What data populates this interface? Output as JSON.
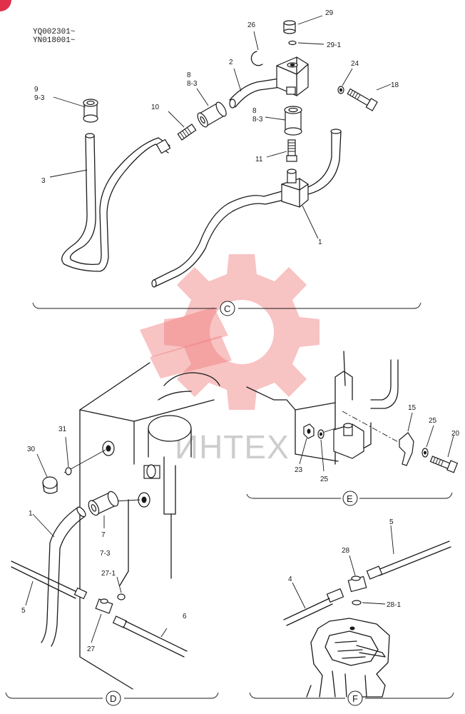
{
  "header": {
    "serial_1": "YQ002301~",
    "serial_2": "YN018001~"
  },
  "watermark": {
    "text": "ИНТЕХ",
    "color": "#f07a7a"
  },
  "sections": {
    "c": "C",
    "d": "D",
    "e": "E",
    "f": "F"
  },
  "callouts": {
    "c": {
      "n29": "29",
      "n29_1": "29-1",
      "n26": "26",
      "n2": "2",
      "n24": "24",
      "n18": "18",
      "n8a": "8",
      "n8_3a": "8-3",
      "n8b": "8",
      "n8_3b": "8-3",
      "n9": "9",
      "n9_3": "9-3",
      "n10": "10",
      "n11": "11",
      "n3": "3",
      "n1": "1"
    },
    "d": {
      "n31": "31",
      "n30": "30",
      "n1": "1",
      "n7": "7",
      "n7_3": "7-3",
      "n27_1": "27-1",
      "n5": "5",
      "n6": "6",
      "n27": "27"
    },
    "e": {
      "n15": "15",
      "n25a": "25",
      "n20": "20",
      "n23": "23",
      "n25b": "25"
    },
    "f": {
      "n5": "5",
      "n28": "28",
      "n4": "4",
      "n28_1": "28-1"
    }
  }
}
